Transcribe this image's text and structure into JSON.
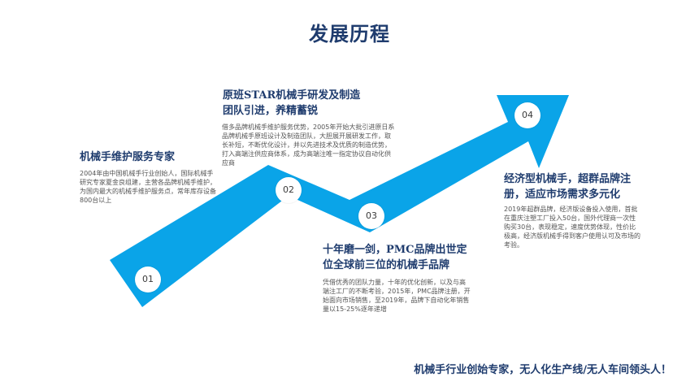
{
  "title": "发展历程",
  "accent_color": "#0aa4e8",
  "milestones": [
    {
      "number": "01",
      "heading": "机械手维护服务专家",
      "body": "2004年由中国机械手行业创始人，国际机械手研究专家夏金良组建，主营各品牌机械手维护，为国内最大的机械手维护服务点，常年库存设备800台以上"
    },
    {
      "number": "02",
      "heading": "原班STAR机械手研发及制造团队引进，养精蓄锐",
      "body": "借多品牌机械手维护服务优势，2005年开始大批引进原日系品牌机械手原班设计及制造团队，大胆展开展研发工作，取长补短，不断优化设计，并以先进技术及优质的制造优势，打入高端注供应商体系，成为高端注唯一指定协议自动化供应商"
    },
    {
      "number": "03",
      "heading": "十年磨一剑，PMC品牌出世定位全球前三位的机械手品牌",
      "body": "凭借优秀的团队力量，十年的优化创新，以及与高端注工厂的不断考验，2015年，PMC品牌注册，开始面向市场销售，至2019年，品牌下自动化年销售量以15-25%逐年递增"
    },
    {
      "number": "04",
      "heading": "经济型机械手，超群品牌注册，适应市场需求多元化",
      "body": "2019年超群品牌，经济版设备投入使用，首批在重庆注塑工厂投入50台，国外代理商一次性购买30台，表现稳定，速度优势体现，性价比极高，经济版机械手得到客户使用认可及市场的考验。"
    }
  ],
  "slogan": "机械手行业创始专家，无人化生产线/无人车间领头人！"
}
